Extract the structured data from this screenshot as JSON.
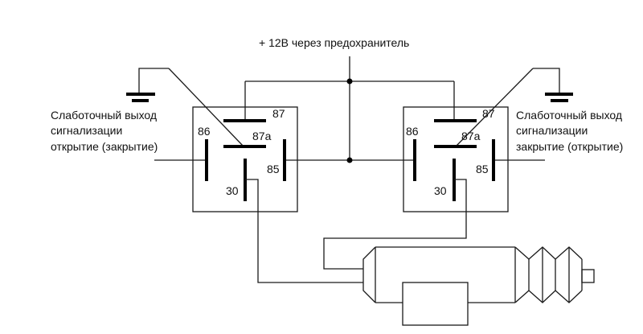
{
  "diagram": {
    "title": "+ 12В через предохранитель",
    "left_signal": {
      "lines": [
        "Слаботочный выход",
        "сигнализации",
        "открытие (закрытие)"
      ]
    },
    "right_signal": {
      "lines": [
        "Слаботочный выход",
        "сигнализации",
        "закрытие (открытие)"
      ]
    },
    "relays": [
      {
        "name": "left-relay",
        "pins": {
          "p86": "86",
          "p87": "87",
          "p87a": "87a",
          "p85": "85",
          "p30": "30"
        }
      },
      {
        "name": "right-relay",
        "pins": {
          "p86": "86",
          "p87": "87",
          "p87a": "87a",
          "p85": "85",
          "p30": "30"
        }
      }
    ],
    "colors": {
      "line": "#1a1a1a",
      "background": "#ffffff"
    }
  }
}
